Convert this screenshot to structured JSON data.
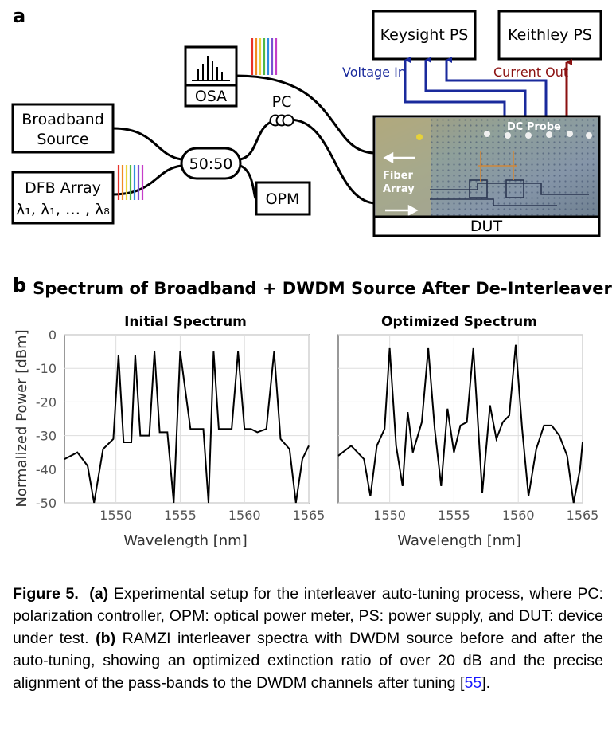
{
  "panel_a": {
    "label": "a",
    "blocks": {
      "broadband_source": [
        "Broadband",
        "Source"
      ],
      "dfb_array": [
        "DFB Array",
        "λ₁, λ₁, … , λ₈"
      ],
      "splitter": "50:50",
      "opm": "OPM",
      "osa": "OSA",
      "pc": "PC",
      "keysight": "Keysight PS",
      "keithley": "Keithley PS",
      "dut": "DUT"
    },
    "annotations": {
      "voltage_in": "Voltage In",
      "current_out": "Current Out",
      "dc_probe": "DC Probe",
      "fiber_array": [
        "Fiber",
        "Array"
      ]
    },
    "colors": {
      "voltage": "#1a2a9c",
      "current": "#8b1010",
      "spectrum_lines": [
        "#e8322a",
        "#f08a24",
        "#e9d43a",
        "#4fb848",
        "#2e8de0",
        "#7a4fd0",
        "#c53ec9"
      ]
    }
  },
  "panel_b": {
    "label": "b",
    "title": "Spectrum of Broadband + DWDM Source After De-Interleaver",
    "ylabel": "Normalized Power [dBm]",
    "xlabel": "Wavelength [nm]",
    "yticks": [
      "0",
      "-10",
      "-20",
      "-30",
      "-40",
      "-50"
    ],
    "xticks": [
      "1550",
      "1555",
      "1560",
      "1565"
    ]
  },
  "chart_data": [
    {
      "type": "line",
      "title": "Initial Spectrum",
      "xlabel": "Wavelength [nm]",
      "ylabel": "Normalized Power [dBm]",
      "xlim": [
        1546,
        1565
      ],
      "ylim": [
        -50,
        0
      ],
      "grid": true,
      "x": [
        1546.0,
        1547.0,
        1547.8,
        1548.3,
        1549.0,
        1549.8,
        1550.2,
        1550.6,
        1551.2,
        1551.5,
        1551.9,
        1552.6,
        1553.0,
        1553.4,
        1554.0,
        1554.5,
        1555.0,
        1555.8,
        1556.3,
        1556.8,
        1557.2,
        1557.6,
        1558.0,
        1558.5,
        1559.0,
        1559.5,
        1560.0,
        1560.5,
        1561.0,
        1561.7,
        1562.3,
        1562.8,
        1563.5,
        1564.0,
        1564.5,
        1565.0
      ],
      "y": [
        -37,
        -35,
        -39,
        -50,
        -34,
        -31,
        -6,
        -32,
        -32,
        -6,
        -30,
        -30,
        -5,
        -29,
        -29,
        -50,
        -5,
        -28,
        -28,
        -28,
        -50,
        -5,
        -28,
        -28,
        -28,
        -5,
        -28,
        -28,
        -29,
        -28,
        -5,
        -31,
        -34,
        -50,
        -37,
        -33
      ]
    },
    {
      "type": "line",
      "title": "Optimized Spectrum",
      "xlabel": "Wavelength [nm]",
      "ylabel": "Normalized Power [dBm]",
      "xlim": [
        1546,
        1565
      ],
      "ylim": [
        -50,
        0
      ],
      "grid": true,
      "x": [
        1546.0,
        1547.0,
        1548.0,
        1548.5,
        1549.0,
        1549.6,
        1550.0,
        1550.5,
        1551.0,
        1551.4,
        1551.8,
        1552.5,
        1553.0,
        1553.5,
        1554.0,
        1554.5,
        1555.0,
        1555.5,
        1556.0,
        1556.5,
        1557.2,
        1557.8,
        1558.3,
        1558.8,
        1559.3,
        1559.8,
        1560.3,
        1560.8,
        1561.4,
        1562.0,
        1562.6,
        1563.2,
        1563.8,
        1564.3,
        1564.8,
        1565.0
      ],
      "y": [
        -36,
        -33,
        -37,
        -48,
        -33,
        -28,
        -4,
        -33,
        -45,
        -23,
        -35,
        -26,
        -4,
        -28,
        -45,
        -22,
        -35,
        -27,
        -26,
        -4,
        -47,
        -21,
        -31,
        -26,
        -24,
        -3,
        -28,
        -48,
        -34,
        -27,
        -27,
        -30,
        -36,
        -50,
        -40,
        -32
      ]
    }
  ],
  "caption": {
    "figure_label": "Figure 5.",
    "a_label": "(a)",
    "a_text": "Experimental setup for the interleaver auto-tuning process, where PC: polarization controller, OPM: optical power meter, PS: power supply, and DUT: device under test.",
    "b_label": "(b)",
    "b_text": "RAMZI interleaver spectra with DWDM source before and after the auto-tuning, showing an optimized extinction ratio of over 20 dB and the precise alignment of the pass-bands to the DWDM channels after tuning [",
    "ref": "55",
    "end": "]."
  }
}
